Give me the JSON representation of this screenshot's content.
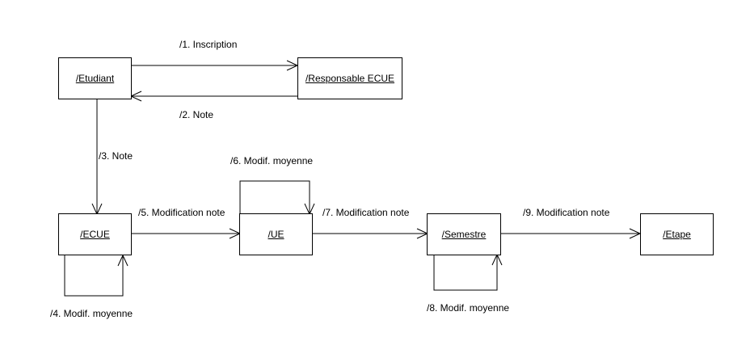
{
  "objects": {
    "etudiant": "/Etudiant",
    "responsable_ecue": "/Responsable ECUE",
    "ecue": "/ECUE",
    "ue": "/UE",
    "semestre": "/Semestre",
    "etape": "/Etape"
  },
  "messages": {
    "m1": "/1. Inscription",
    "m2": "/2. Note",
    "m3": "/3. Note",
    "m4": "/4. Modif. moyenne",
    "m5": "/5. Modification note",
    "m6": "/6. Modif. moyenne",
    "m7": "/7. Modification note",
    "m8": "/8. Modif. moyenne",
    "m9": "/9. Modification note"
  },
  "colors": {
    "line": "#000000",
    "background": "#ffffff"
  }
}
